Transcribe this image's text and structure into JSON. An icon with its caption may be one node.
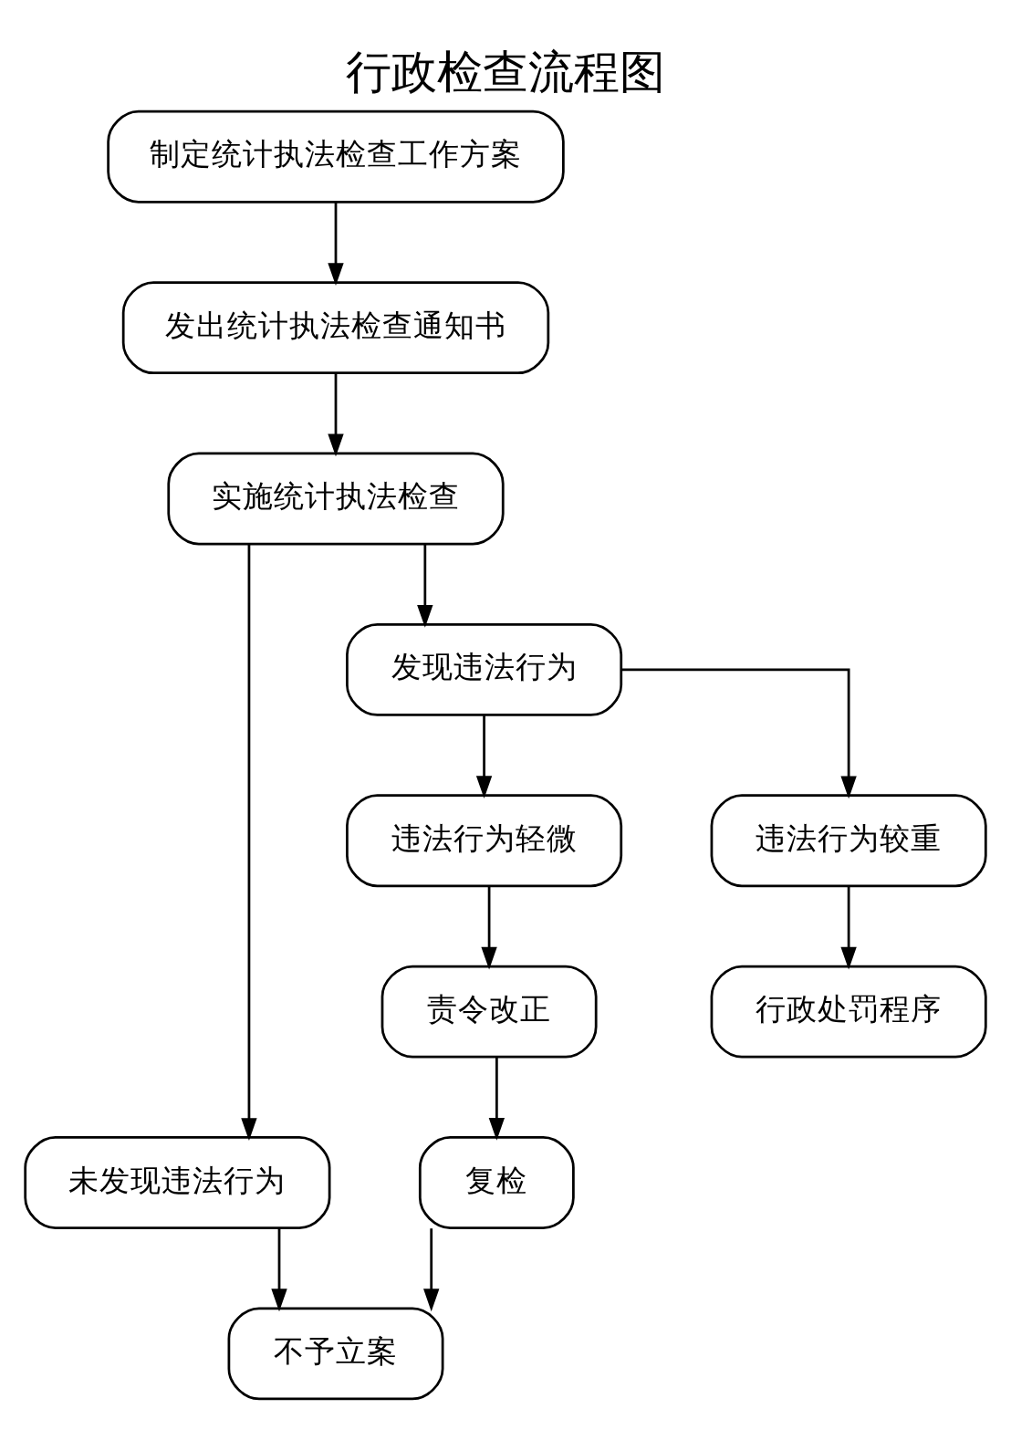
{
  "diagram": {
    "title": "行政检查流程图",
    "nodes": [
      {
        "text": [
          "制定统计执法检查工作方案"
        ]
      },
      {
        "text": [
          "发出统计执法检查通知书"
        ]
      },
      {
        "text": [
          "实施统计执法检查"
        ]
      },
      {
        "text": [
          "未发现违法行为"
        ]
      },
      {
        "text": [
          "发现违法行为"
        ]
      },
      {
        "text": [
          "违法行为轻微"
        ]
      },
      {
        "text": [
          "违法行为较重"
        ]
      },
      {
        "text": [
          "责令改正"
        ]
      },
      {
        "text": [
          "复检"
        ]
      },
      {
        "text": [
          "行政处罚程序"
        ]
      },
      {
        "text": [
          "不予立案"
        ]
      }
    ],
    "edges": [
      {
        "from": 0,
        "to": 1,
        "arrow": "to"
      },
      {
        "from": 1,
        "to": 2,
        "arrow": "to"
      },
      {
        "from": 2,
        "to": 3,
        "arrow": "to"
      },
      {
        "from": 2,
        "to": 4,
        "arrow": "to"
      },
      {
        "from": 3,
        "to": 10,
        "arrow": "to"
      },
      {
        "from": 4,
        "to": 5,
        "arrow": "to"
      },
      {
        "from": 4,
        "to": 6,
        "arrow": "to"
      },
      {
        "from": 5,
        "to": 7,
        "arrow": "to"
      },
      {
        "from": 7,
        "to": 8,
        "arrow": "to"
      },
      {
        "from": 8,
        "to": 10,
        "arrow": "to"
      },
      {
        "from": 6,
        "to": 9,
        "arrow": "to"
      }
    ]
  }
}
